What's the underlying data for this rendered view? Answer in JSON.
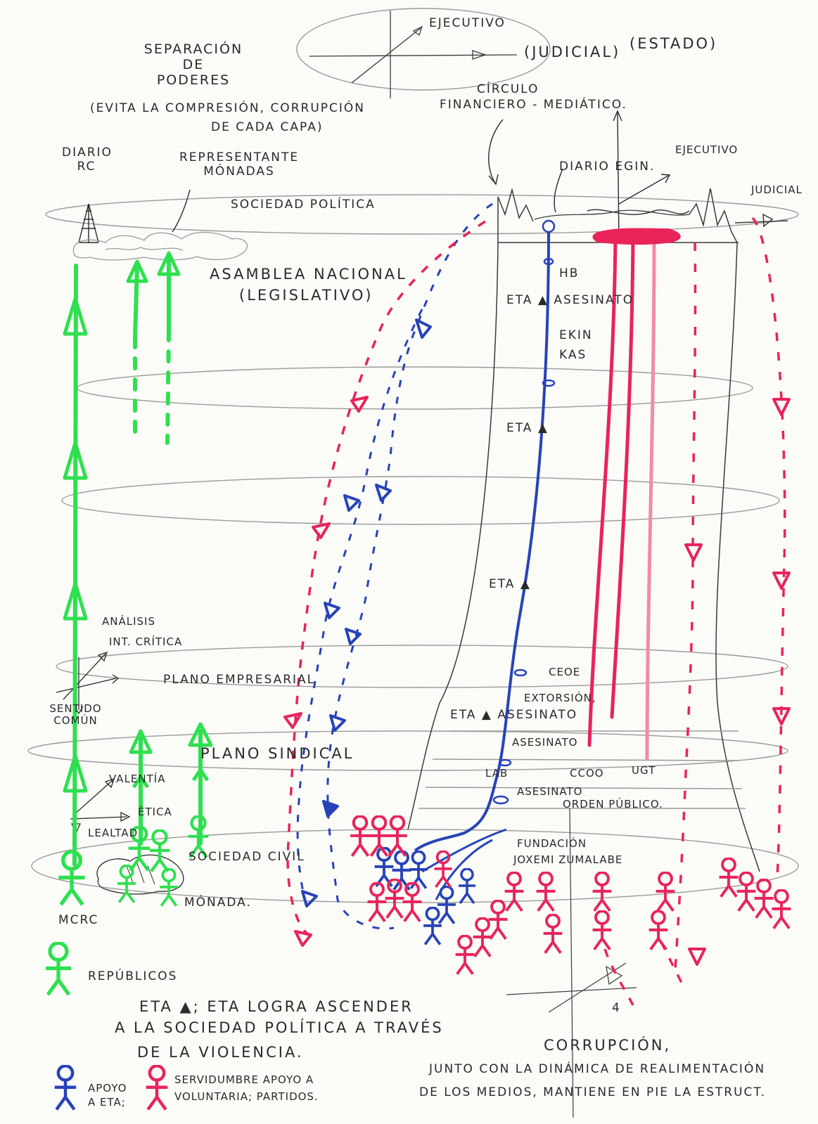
{
  "labels": {
    "separacion_1": "SEPARACIÓN",
    "separacion_2": "DE",
    "separacion_3": "PODERES",
    "separacion_4": "(EVITA LA COMPRESIÓN, CORRUPCIÓN",
    "separacion_5": "DE CADA CAPA)",
    "ejecutivo_top": "EJECUTIVO",
    "judicial_top": "(JUDICIAL)",
    "estado": "(ESTADO)",
    "circulo_1": "CÍRCULO",
    "circulo_2": "FINANCIERO - MEDIÁTICO.",
    "diario_rc_1": "DIARIO",
    "diario_rc_2": "RC",
    "representante_1": "REPRESENTANTE",
    "representante_2": "MÓNADAS",
    "sociedad_politica": "SOCIEDAD POLÍTICA",
    "asamblea_1": "ASAMBLEA NACIONAL",
    "asamblea_2": "(LEGISLATIVO)",
    "diario_egin": "DIARIO EGIN.",
    "ejecutivo_right": "EJECUTIVO",
    "judicial_right": "JUDICIAL",
    "hb": "HB",
    "eta_asesinato": "ETA ▲ ASESINATO",
    "ekin_1": "EKIN",
    "ekin_2": "KAS",
    "eta_2": "ETA ▲",
    "eta_3": "ETA ▲",
    "analisis": "ANÁLISIS",
    "int_critica": "INT. CRÍTICA",
    "plano_empresarial": "PLANO EMPRESARIAL",
    "sentido_comun_1": "SENTIDO",
    "sentido_comun_2": "COMÚN",
    "ceoe": "CEOE",
    "extorsion_1": "EXTORSIÓN,",
    "extorsion_2": "ETA ▲ ASESINATO",
    "asesinato_1": "ASESINATO",
    "plano_sindical": "PLANO SINDICAL",
    "lab": "LAB",
    "ccoo": "CCOO",
    "ugt": "UGT",
    "valentia": "VALENTÍA",
    "etica": "ÉTICA",
    "lealtad": "LEALTAD",
    "asesinato_orden_1": "ASESINATO",
    "asesinato_orden_2": "ORDEN PÚBLICO.",
    "fundacion_1": "FUNDACIÓN",
    "fundacion_2": "JOXEMI ZUMALABE",
    "sociedad_civil": "SOCIEDAD CIVIL",
    "monada": "MÓNADA.",
    "mcrc": "MCRC",
    "republicos": "REPÚBLICOS",
    "eta_logra_1": "ETA ▲; ETA LOGRA ASCENDER",
    "eta_logra_2": "A LA SOCIEDAD POLÍTICA A TRAVÉS",
    "eta_logra_3": "DE LA VIOLENCIA.",
    "corrupcion": "CORRUPCIÓN,",
    "junto_1": "JUNTO CON LA DINÁMICA DE REALIMENTACIÓN",
    "junto_2": "DE LOS MEDIOS, MANTIENE EN PIE LA ESTRUCT.",
    "legend_blue_1": "APOYO",
    "legend_blue_2": "A ETA;",
    "legend_red_1": "SERVIDUMBRE APOYO A",
    "legend_red_2": "VOLUNTARIA; PARTIDOS.",
    "four": "4"
  },
  "colors": {
    "ink": "#2a2a2a",
    "pencil": "#9a9a9a",
    "green": "#2ee04f",
    "blue": "#2743b8",
    "red": "#e8245a",
    "pink": "#f28aa8",
    "paper": "#fbfbf8"
  }
}
